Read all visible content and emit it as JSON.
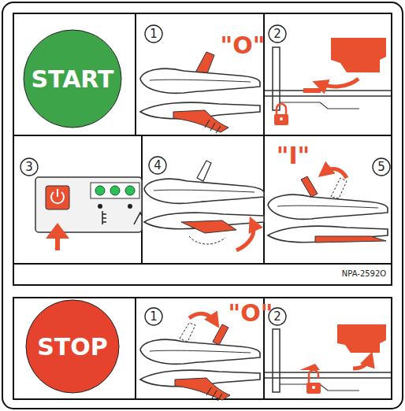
{
  "diagram": {
    "nodes": [
      {
        "text": [
          "START"
        ]
      },
      {
        "text": [
          "STOP"
        ]
      }
    ],
    "labels": [
      "1",
      "\"O\"",
      "2",
      "3",
      "4",
      "\"I\"",
      "5",
      "NPA-2592O",
      "1",
      "\"O\"",
      "2"
    ]
  }
}
